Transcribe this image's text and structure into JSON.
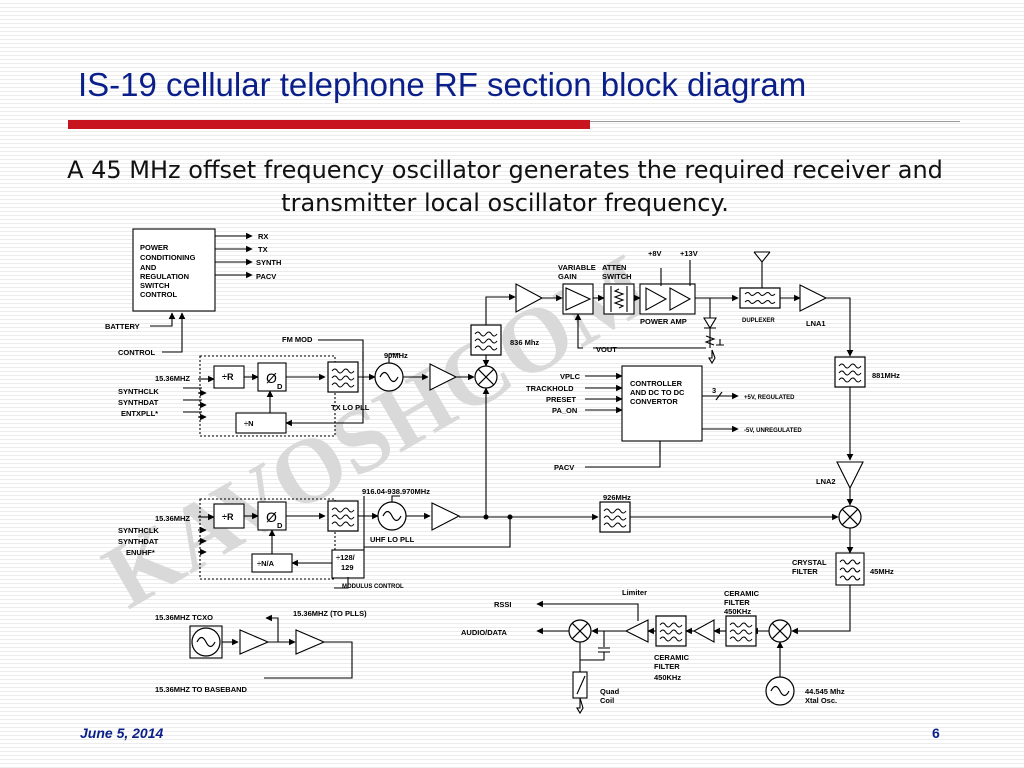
{
  "slide": {
    "title": "IS-19 cellular telephone RF section block diagram",
    "subtitle": "A 45 MHz offset frequency oscillator generates the required receiver and transmitter local oscillator frequency.",
    "date": "June 5, 2014",
    "page_number": "6",
    "watermark": "KAVOSHCOM"
  },
  "colors": {
    "title": "#0a1f8a",
    "rule": "#c8141e"
  },
  "diagram": {
    "power": {
      "block_label": [
        "POWER",
        "CONDITIONING",
        "AND",
        "REGULATION",
        "SWITCH",
        "CONTROL"
      ],
      "outputs": [
        "RX",
        "TX",
        "SYNTH",
        "PACV"
      ],
      "battery": "BATTERY",
      "control": "CONTROL"
    },
    "tx_pll": {
      "fm_mod": "FM MOD",
      "ref_in": "15.36MHZ",
      "inputs": [
        "SYNTHCLK",
        "SYNTHDAT",
        "ENTXPLL*"
      ],
      "divider_r": "÷R",
      "phase_det": "Ø",
      "d": "D",
      "divider_n": "÷N",
      "vco_freq": "90MHz",
      "label": "TX LO PLL"
    },
    "uhf_pll": {
      "ref_in": "15.36MHZ",
      "inputs": [
        "SYNTHCLK",
        "SYNTHDAT",
        "ENUHF*"
      ],
      "divider_r": "÷R",
      "phase_det": "Ø",
      "d": "D",
      "divider_na": "÷N/A",
      "prescaler_top": "÷128/",
      "prescaler_bottom": "129",
      "vco_freq": "916.04-938.970MHz",
      "label": "UHF LO PLL",
      "modulus": "MODULUS CONTROL"
    },
    "tx_chain": {
      "filter_freq": "836 Mhz",
      "variable_gain": [
        "VARIABLE",
        "GAIN"
      ],
      "atten_switch": [
        "ATTEN",
        "SWITCH"
      ],
      "v8": "+8V",
      "v13": "+13V",
      "power_amp": "POWER AMP",
      "vout": "VOUT"
    },
    "controller": {
      "label": [
        "CONTROLLER",
        "AND DC TO DC",
        "CONVERTOR"
      ],
      "inputs": [
        "VPLC",
        "TRACKHOLD",
        "PRESET",
        "PA_ON"
      ],
      "out3": "3",
      "reg": "+5V, REGULATED",
      "unreg": "-5V, UNREGULATED",
      "pacv": "PACV"
    },
    "rx_chain": {
      "duplexer": "DUPLEXER",
      "lna1": "LNA1",
      "f881": "881MHz",
      "lna2": "LNA2",
      "f926": "926MHz",
      "crystal_filter": [
        "CRYSTAL",
        "FILTER"
      ],
      "f45": "45MHz",
      "ceramic_top": [
        "CERAMIC",
        "FILTER",
        "450KHz"
      ],
      "ceramic_bottom": [
        "CERAMIC",
        "FILTER",
        "450KHz"
      ],
      "limiter": "Limiter",
      "rssi": "RSSI",
      "audio": "AUDIO/DATA",
      "quad": [
        "Quad",
        "Coil"
      ],
      "xtal": [
        "44.545 Mhz",
        "Xtal Osc."
      ]
    },
    "tcxo": {
      "label": "15.36MHZ TCXO",
      "to_plls": "15.36MHZ (TO PLLS)",
      "to_baseband": "15.36MHZ TO BASEBAND"
    }
  }
}
